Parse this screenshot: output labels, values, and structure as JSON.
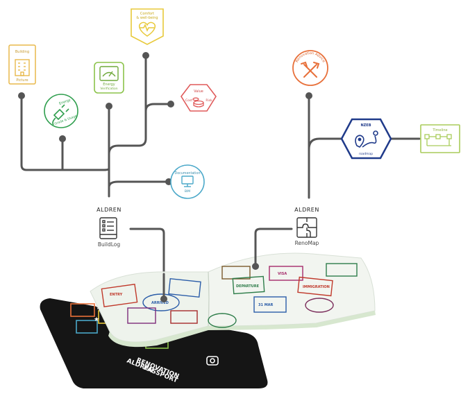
{
  "buildlog": {
    "brand": "ALDREN",
    "name": "BuildLog"
  },
  "renomap": {
    "brand": "ALDREN",
    "name": "RenoMap"
  },
  "modules": {
    "building_picture": {
      "line1": "Building",
      "line2": "Picture",
      "color": "#e8b84a",
      "icon": "building-icon"
    },
    "comfort": {
      "line1": "Comfort",
      "line2": "& well-being",
      "color": "#e8c93a",
      "icon": "heart-monitor-icon"
    },
    "energy_rating": {
      "line1": "Energy",
      "line2": "Verification",
      "color": "#8bc34a",
      "icon": "meter-icon"
    },
    "energy_ops": {
      "line1": "Energy",
      "line2": "Grade & Usage",
      "color": "#2e9e4d",
      "icon": "plug-icon"
    },
    "value": {
      "line1": "Value",
      "line2": "Cost",
      "line3": "Risk",
      "color": "#e05a5a",
      "icon": "coins-icon"
    },
    "documentation": {
      "line1": "Documentation",
      "line2": "BIM",
      "color": "#4aa8c9",
      "icon": "monitor-icon"
    },
    "renovation": {
      "text": "Renovation Advice",
      "color": "#e8703a",
      "icon": "tools-icon"
    },
    "nzeb": {
      "line1": "NZEB",
      "line2": "roadmap",
      "color": "#1f3a8a",
      "icon": "map-pin-icon"
    },
    "timeline": {
      "text": "Timeline",
      "color": "#a9cc5a",
      "icon": "timeline-icon"
    }
  },
  "passport": {
    "cover_line1": "ALDREN",
    "cover_line2": "RENOVATION",
    "cover_line3": "PASSPORT",
    "cover_color": "#151515",
    "stamp_text": [
      "ENTRY",
      "ARRIVED",
      "DEPARTURE",
      "VISA",
      "31 MAR",
      "IMMIGRATION"
    ]
  }
}
